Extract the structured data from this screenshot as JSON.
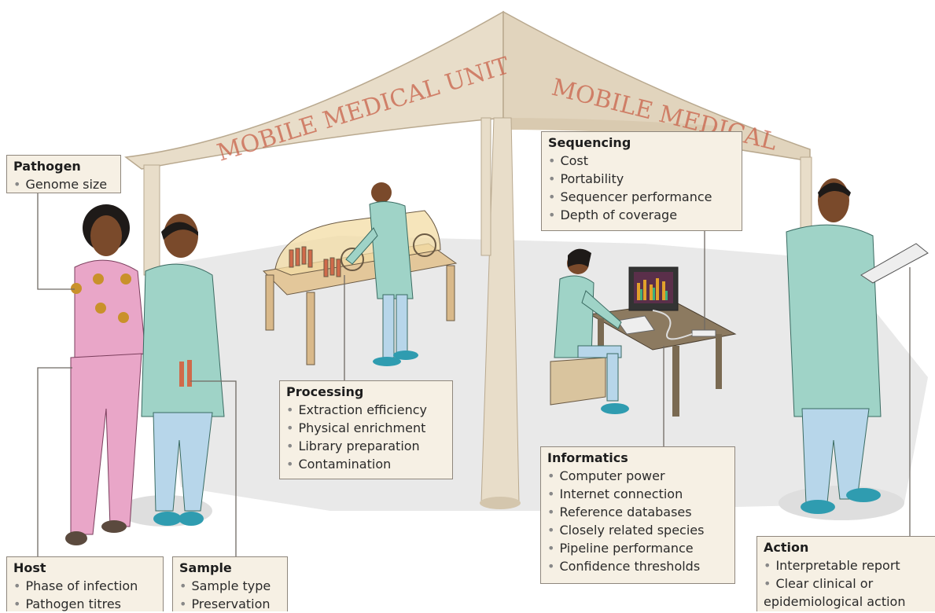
{
  "tent": {
    "banner_left": "MOBILE MEDICAL UNIT",
    "banner_right": "MOBILE MEDICAL"
  },
  "boxes": {
    "pathogen": {
      "title": "Pathogen",
      "items": [
        "Genome size"
      ]
    },
    "sequencing": {
      "title": "Sequencing",
      "items": [
        "Cost",
        "Portability",
        "Sequencer performance",
        "Depth of coverage"
      ]
    },
    "processing": {
      "title": "Processing",
      "items": [
        "Extraction efficiency",
        "Physical enrichment",
        "Library preparation",
        "Contamination"
      ]
    },
    "informatics": {
      "title": "Informatics",
      "items": [
        "Computer power",
        "Internet connection",
        "Reference databases",
        "Closely related species",
        "Pipeline performance",
        "Confidence thresholds"
      ]
    },
    "host": {
      "title": "Host",
      "items": [
        "Phase of infection",
        "Pathogen titres"
      ]
    },
    "sample": {
      "title": "Sample",
      "items": [
        "Sample type",
        "Preservation"
      ]
    },
    "action": {
      "title": "Action",
      "items": [
        "Interpretable report",
        "Clear clinical or",
        "epidemiological action"
      ]
    }
  },
  "colors": {
    "tent": "#e8ddc9",
    "tent_shadow": "#cbbba2",
    "floor": "#e9e9e9",
    "coat": "#9fd3c7",
    "trousers": "#b7d6ea",
    "patient": "#e9a6c8",
    "skin": "#7a4a2b",
    "hair": "#1e1a18",
    "shoes": "#2f9cb0",
    "box_bg": "#f6f0e4",
    "banner_text": "#c9624a"
  }
}
